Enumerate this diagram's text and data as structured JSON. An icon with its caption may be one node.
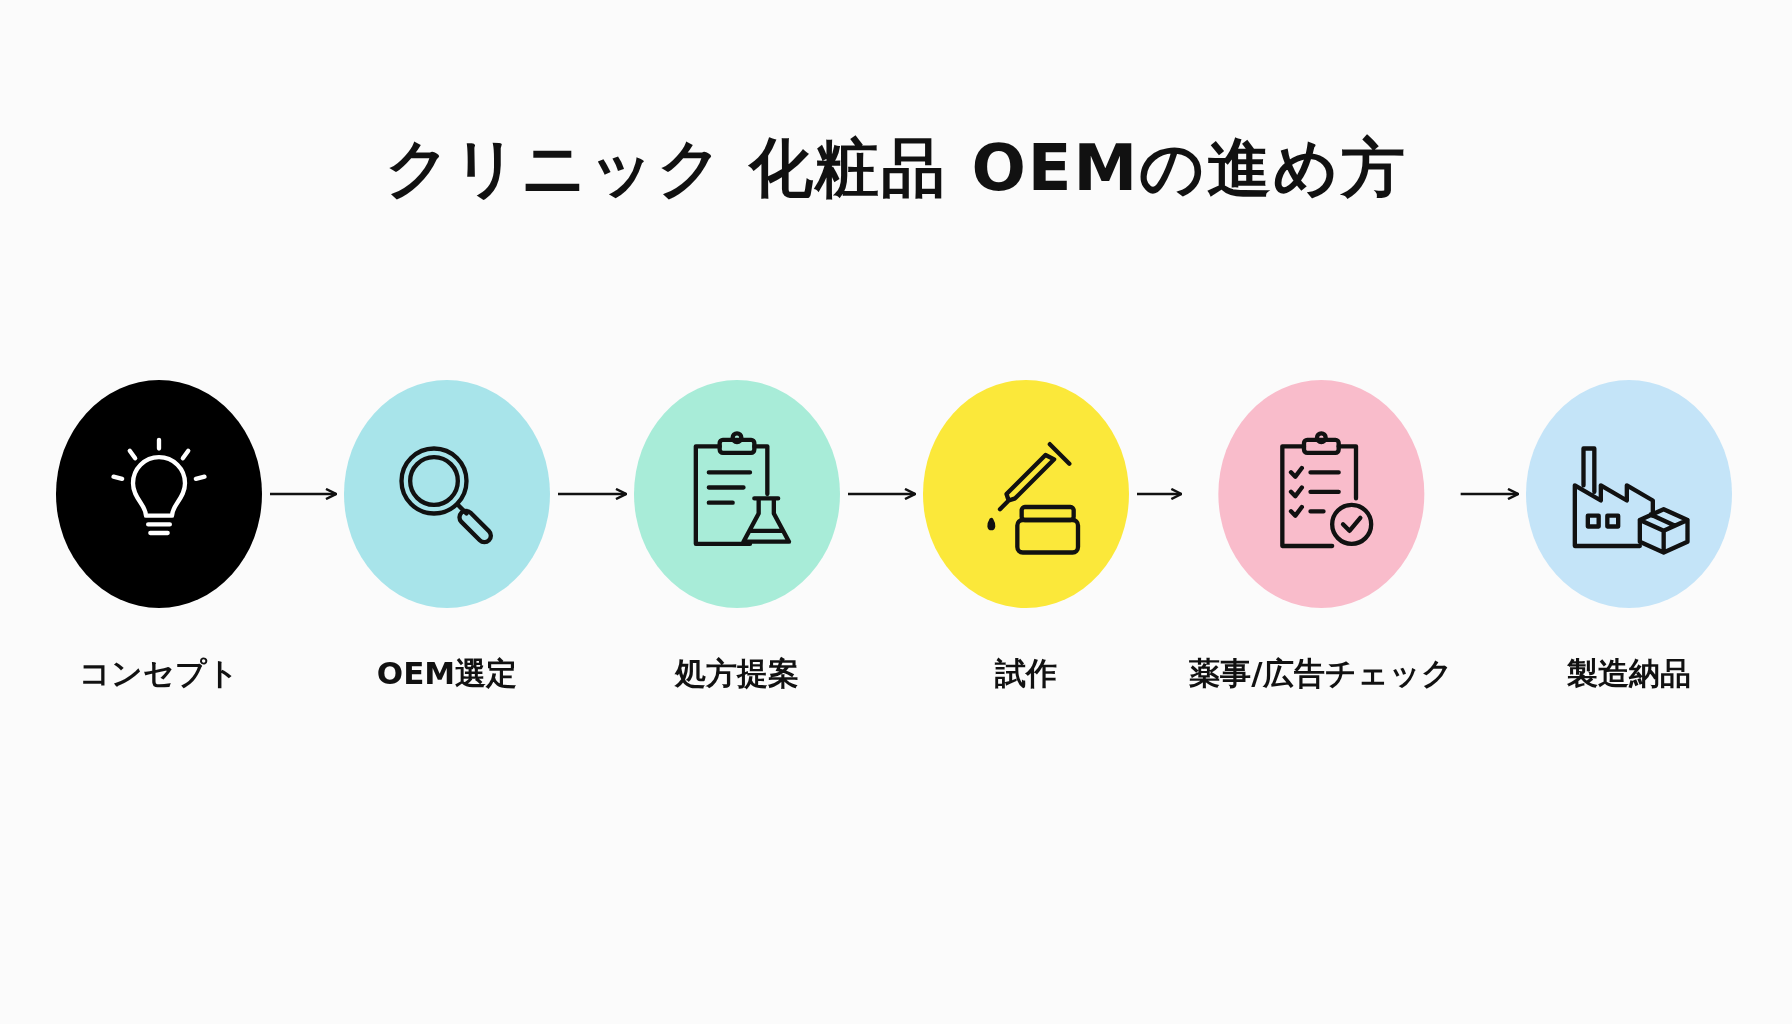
{
  "diagram": {
    "title": "クリニック 化粧品 OEMの進め方",
    "nodes": [
      {
        "text": [
          "コンセプト"
        ]
      },
      {
        "text": [
          "OEM選定"
        ]
      },
      {
        "text": [
          "処方提案"
        ]
      },
      {
        "text": [
          "試作"
        ]
      },
      {
        "text": [
          "薬事/広告チェック"
        ]
      },
      {
        "text": [
          "製造納品"
        ]
      }
    ],
    "edges": [
      {
        "from": 0,
        "to": 1,
        "arrow": "to"
      },
      {
        "from": 1,
        "to": 2,
        "arrow": "to"
      },
      {
        "from": 2,
        "to": 3,
        "arrow": "to"
      },
      {
        "from": 3,
        "to": 4,
        "arrow": "to"
      },
      {
        "from": 4,
        "to": 5,
        "arrow": "to"
      }
    ]
  }
}
